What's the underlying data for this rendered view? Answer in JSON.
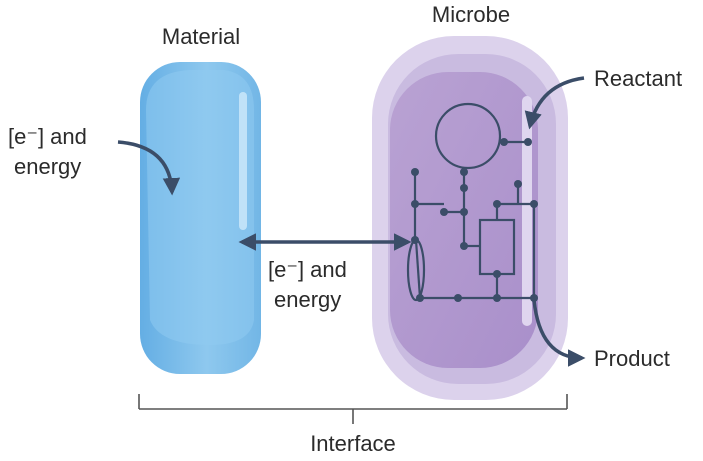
{
  "labels": {
    "material": "Material",
    "microbe": "Microbe",
    "reactant": "Reactant",
    "product": "Product",
    "interface": "Interface",
    "input_line1": "[e⁻] and",
    "input_line2": "energy",
    "transfer_line1": "[e⁻] and",
    "transfer_line2": "energy"
  },
  "colors": {
    "material_fill": "#7cbde9",
    "microbe_outer": "#d8cdea",
    "microbe_inner": "#b69ed0",
    "pathway": "#3b4d68",
    "arrow": "#3b4d68",
    "text": "#2b2b2b"
  }
}
